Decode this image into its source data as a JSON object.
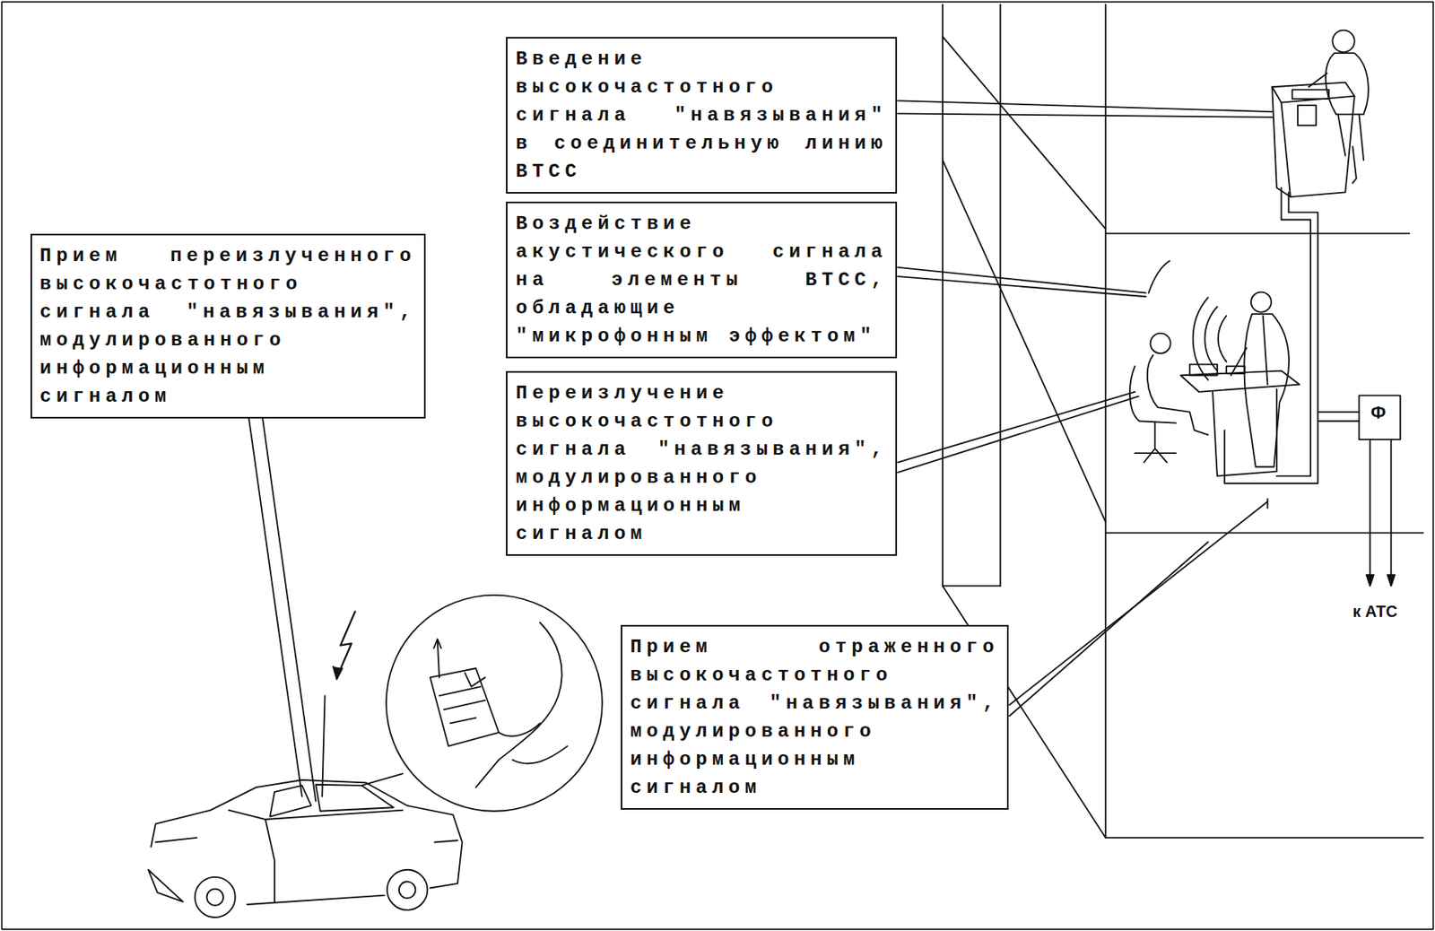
{
  "diagram": {
    "nodes": [
      {
        "text": [
          "Введение высокочастотного сигнала \"навязывания\" в соединительную линию ВТСС"
        ]
      },
      {
        "text": [
          "Прием переизлученного высокочастотного сигнала \"навязывания\", модулированного информационным сигналом"
        ]
      },
      {
        "text": [
          "Воздействие акустического сигнала на элементы ВТСС, обладающие \"микрофонным эффектом\""
        ]
      },
      {
        "text": [
          "Переизлучение высокочастотного сигнала \"навязывания\", модулированного информационным сигналом"
        ]
      },
      {
        "text": [
          "Прием отраженного высокочастотного сигнала \"навязывания\", модулированного информационным сигналом"
        ]
      }
    ],
    "labels": [
      "Ф",
      "к АТС"
    ]
  }
}
